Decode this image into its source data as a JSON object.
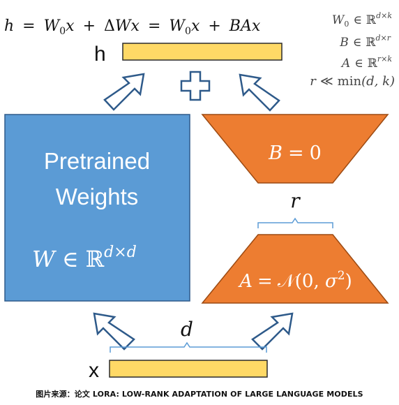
{
  "equation": {
    "lhs": "h",
    "eq1": "=",
    "w0": "W",
    "w0_sub": "0",
    "x1": "x",
    "plus1": "+",
    "delta": "Δ",
    "w": "W",
    "x2": "x",
    "eq2": "=",
    "w0b": "W",
    "w0b_sub": "0",
    "x3": "x",
    "plus2": "+",
    "ba": "BA",
    "x4": "x"
  },
  "definitions": {
    "w0": {
      "sym": "W",
      "sub": "0",
      "in": "∈",
      "set": "ℝ",
      "sup": "d×k"
    },
    "b": {
      "sym": "B",
      "in": "∈",
      "set": "ℝ",
      "sup": "d×r"
    },
    "a": {
      "sym": "A",
      "in": "∈",
      "set": "ℝ",
      "sup": "r×k"
    },
    "rank": {
      "r": "r",
      "ll": "≪",
      "min": "min",
      "args": "(d, k)"
    }
  },
  "labels": {
    "h": "h",
    "x": "x",
    "r": "r",
    "d": "d",
    "plus_symbol": "+"
  },
  "pretrained": {
    "line1": "Pretrained",
    "line2": "Weights",
    "w": "W",
    "in": "∈",
    "set": "ℝ",
    "sup": "d×d"
  },
  "matrix_b": {
    "sym": "B",
    "eq": "=",
    "val": "0"
  },
  "matrix_a": {
    "sym": "A",
    "eq": "=",
    "dist": "𝒩",
    "args_open": "(0, ",
    "sigma": "σ",
    "sup": "2",
    "args_close": ")"
  },
  "caption": "图片来源：论文 LORA: LOW-RANK ADAPTATION OF LARGE LANGUAGE MODELS",
  "colors": {
    "pretrained_fill": "#5b9bd5",
    "pretrained_stroke": "#2e5a8a",
    "orange_fill": "#ed7d31",
    "orange_stroke": "#9c4a12",
    "yellow_fill": "#ffd966",
    "yellow_stroke": "#2b2b2b",
    "arrow_stroke": "#2e5a8a",
    "brace_stroke": "#5b9bd5",
    "text_dark": "#111111",
    "text_gray": "#444444"
  }
}
